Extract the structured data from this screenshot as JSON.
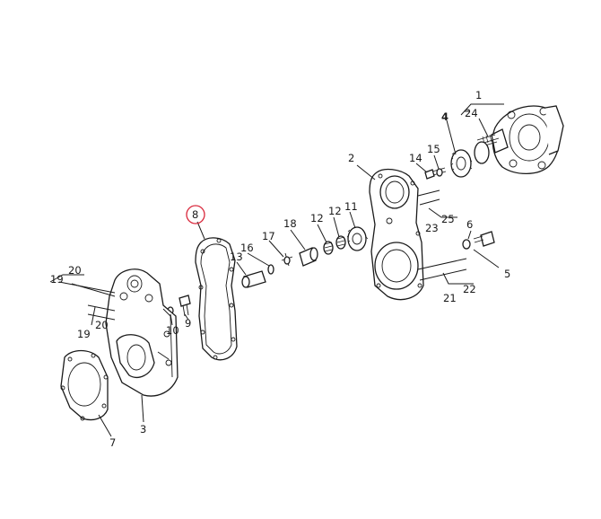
{
  "diagram": {
    "highlight_color": "#d9263a",
    "line_color": "#1a1a1a",
    "highlighted_label": "8",
    "callouts": [
      {
        "id": "c1",
        "label": "1"
      },
      {
        "id": "c24",
        "label": "24"
      },
      {
        "id": "c4",
        "label": "4"
      },
      {
        "id": "c15",
        "label": "15"
      },
      {
        "id": "c14",
        "label": "14"
      },
      {
        "id": "c2",
        "label": "2"
      },
      {
        "id": "c25",
        "label": "25"
      },
      {
        "id": "c23",
        "label": "23"
      },
      {
        "id": "c6",
        "label": "6"
      },
      {
        "id": "c5",
        "label": "5"
      },
      {
        "id": "c21",
        "label": "21"
      },
      {
        "id": "c22",
        "label": "22"
      },
      {
        "id": "c8",
        "label": "8"
      },
      {
        "id": "c18",
        "label": "18"
      },
      {
        "id": "c12a",
        "label": "12"
      },
      {
        "id": "c12b",
        "label": "12"
      },
      {
        "id": "c11",
        "label": "11"
      },
      {
        "id": "c17",
        "label": "17"
      },
      {
        "id": "c16",
        "label": "16"
      },
      {
        "id": "c13",
        "label": "13"
      },
      {
        "id": "c19a",
        "label": "19"
      },
      {
        "id": "c20a",
        "label": "20"
      },
      {
        "id": "c9",
        "label": "9"
      },
      {
        "id": "c10",
        "label": "10"
      },
      {
        "id": "c20b",
        "label": "20"
      },
      {
        "id": "c19b",
        "label": "19"
      },
      {
        "id": "c3",
        "label": "3"
      },
      {
        "id": "c7",
        "label": "7"
      }
    ]
  }
}
